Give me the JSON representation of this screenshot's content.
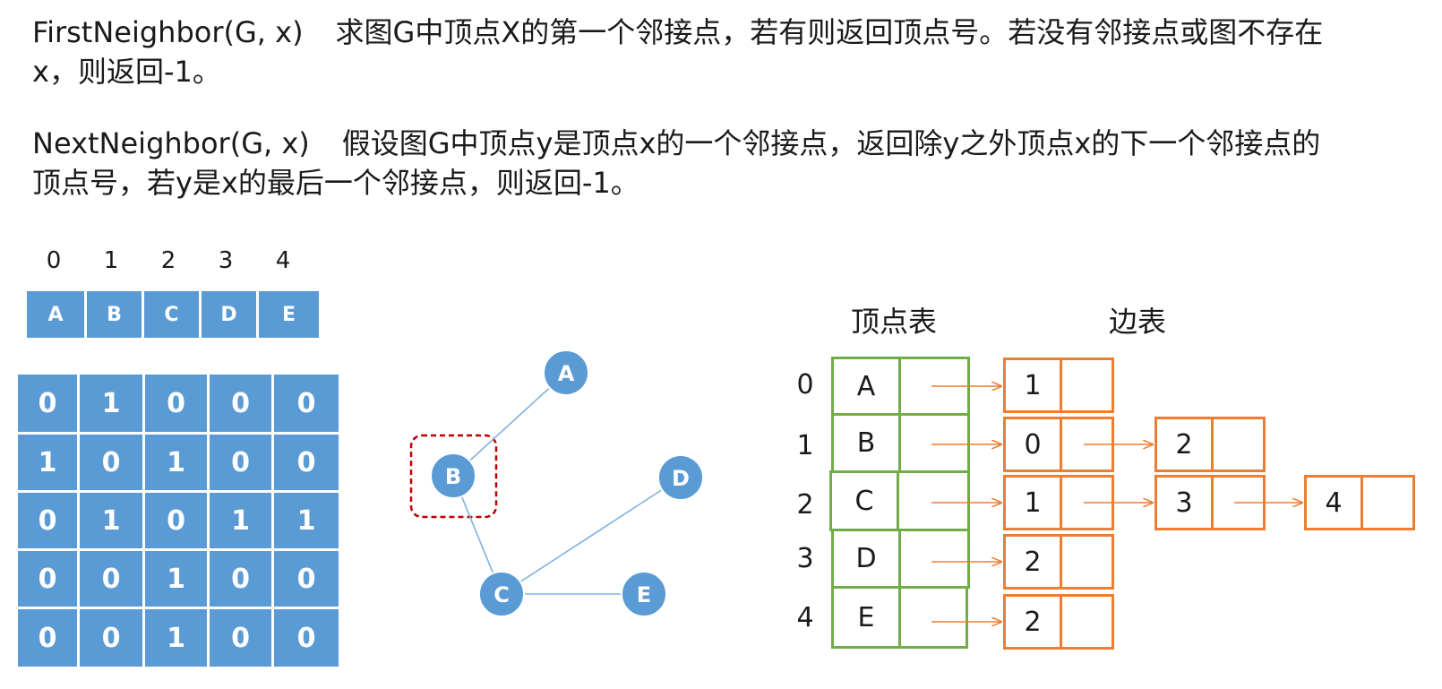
{
  "descriptions": {
    "first": {
      "fn": "FirstNeighbor(G, x)",
      "text": "求图G中顶点X的第一个邻接点，若有则返回顶点号。若没有邻接点或图不存在x，则返回-1。"
    },
    "next": {
      "fn": "NextNeighbor(G, x)",
      "text": "假设图G中顶点y是顶点x的一个邻接点，返回除y之外顶点x的下一个邻接点的顶点号，若y是x的最后一个邻接点，则返回-1。"
    }
  },
  "vertex_array": {
    "indices": [
      "0",
      "1",
      "2",
      "3",
      "4"
    ],
    "labels": [
      "A",
      "B",
      "C",
      "D",
      "E"
    ]
  },
  "adjacency_matrix": [
    [
      "0",
      "1",
      "0",
      "0",
      "0"
    ],
    [
      "1",
      "0",
      "1",
      "0",
      "0"
    ],
    [
      "0",
      "1",
      "0",
      "1",
      "1"
    ],
    [
      "0",
      "0",
      "1",
      "0",
      "0"
    ],
    [
      "0",
      "0",
      "1",
      "0",
      "0"
    ]
  ],
  "graph": {
    "nodes": [
      "A",
      "B",
      "C",
      "D",
      "E"
    ],
    "edges": [
      [
        "A",
        "B"
      ],
      [
        "B",
        "C"
      ],
      [
        "C",
        "D"
      ],
      [
        "C",
        "E"
      ]
    ],
    "highlighted_node": "B",
    "colors": {
      "node": "#5b9bd5",
      "highlight": "#c00000"
    }
  },
  "adjacency_list": {
    "vertex_table_title": "顶点表",
    "edge_table_title": "边表",
    "rows": [
      {
        "index": "0",
        "vertex": "A",
        "edges": [
          "1"
        ]
      },
      {
        "index": "1",
        "vertex": "B",
        "edges": [
          "0",
          "2"
        ]
      },
      {
        "index": "2",
        "vertex": "C",
        "edges": [
          "1",
          "3",
          "4"
        ]
      },
      {
        "index": "3",
        "vertex": "D",
        "edges": [
          "2"
        ]
      },
      {
        "index": "4",
        "vertex": "E",
        "edges": [
          "2"
        ]
      }
    ],
    "colors": {
      "vertex_border": "#70ad47",
      "edge_border": "#ed7d31"
    }
  }
}
